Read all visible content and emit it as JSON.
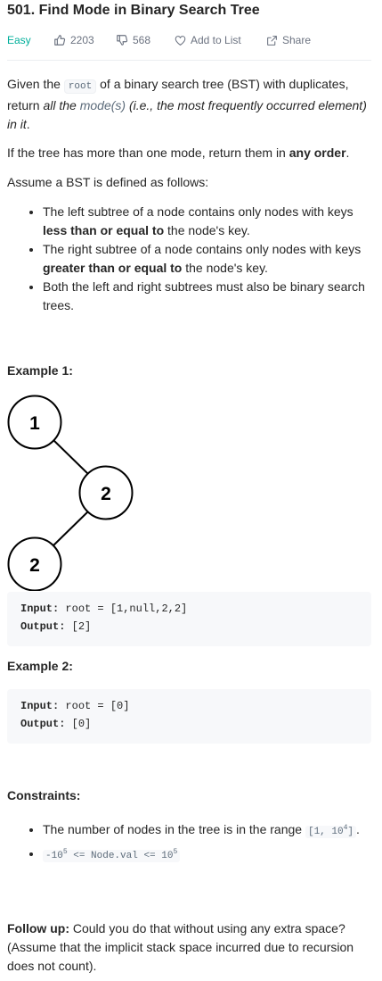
{
  "problem": {
    "title": "501. Find Mode in Binary Search Tree",
    "difficulty": "Easy",
    "likes": "2203",
    "dislikes": "568",
    "add_to_list": "Add to List",
    "share": "Share"
  },
  "description": {
    "p1_pre": "Given the ",
    "p1_code": "root",
    "p1_mid": " of a binary search tree (BST) with duplicates, return ",
    "p1_em1": "all the ",
    "p1_em_link": "mode(s)",
    "p1_em2": " (i.e., the most frequently occurred element) in it",
    "p1_end": ".",
    "p2_pre": "If the tree has more than one mode, return them in ",
    "p2_bold": "any order",
    "p2_end": ".",
    "p3": "Assume a BST is defined as follows:",
    "rule1_pre": "The left subtree of a node contains only nodes with keys ",
    "rule1_bold": "less than or equal to",
    "rule1_end": " the node's key.",
    "rule2_pre": "The right subtree of a node contains only nodes with keys ",
    "rule2_bold": "greater than or equal to",
    "rule2_end": " the node's key.",
    "rule3": "Both the left and right subtrees must also be binary search trees."
  },
  "example1": {
    "label": "Example 1:",
    "tree_nodes": [
      "1",
      "2",
      "2"
    ],
    "input_label": "Input:",
    "input_value": " root = [1,null,2,2]",
    "output_label": "Output:",
    "output_value": " [2]"
  },
  "example2": {
    "label": "Example 2:",
    "input_label": "Input:",
    "input_value": " root = [0]",
    "output_label": "Output:",
    "output_value": " [0]"
  },
  "constraints": {
    "label": "Constraints:",
    "c1_pre": "The number of nodes in the tree is in the range ",
    "c1_code_a": "[1, ",
    "c1_code_b": "10",
    "c1_code_sup": "4",
    "c1_code_c": "]",
    "c1_end": ".",
    "c2_a": "-10",
    "c2_sup1": "5",
    "c2_b": " <= Node.val <= 10",
    "c2_sup2": "5"
  },
  "followup": {
    "bold": "Follow up:",
    "text": " Could you do that without using any extra space? (Assume that the implicit stack space incurred due to recursion does not count)."
  },
  "colors": {
    "easy": "#00af9b",
    "meta_gray": "#6b7280",
    "code_bg": "#f7f8fa"
  }
}
